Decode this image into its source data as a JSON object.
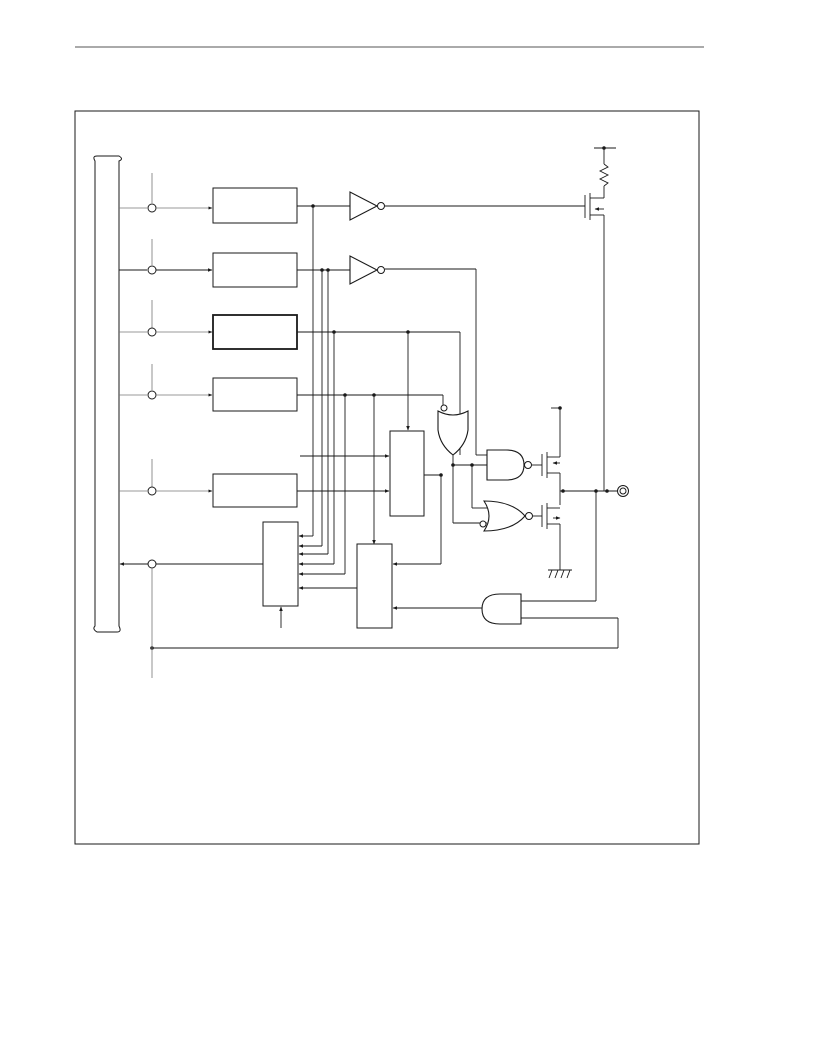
{
  "colors": {
    "line": "#1a1a1a",
    "thin_line": "#777777",
    "background": "#ffffff"
  },
  "diagram": {
    "type": "port-circuit-block-diagram",
    "elements": [
      "internal-bus",
      "register-1",
      "register-2",
      "register-3",
      "register-4",
      "register-5",
      "inverter-1",
      "inverter-2",
      "or-gate",
      "nand-gate",
      "nor-gate",
      "and-gate",
      "selector-block",
      "output-control-block",
      "read-control-block",
      "pmos-pullup-transistor",
      "pmos-output-transistor",
      "nmos-output-transistor",
      "pullup-resistor",
      "ground-symbol",
      "output-pin"
    ]
  }
}
